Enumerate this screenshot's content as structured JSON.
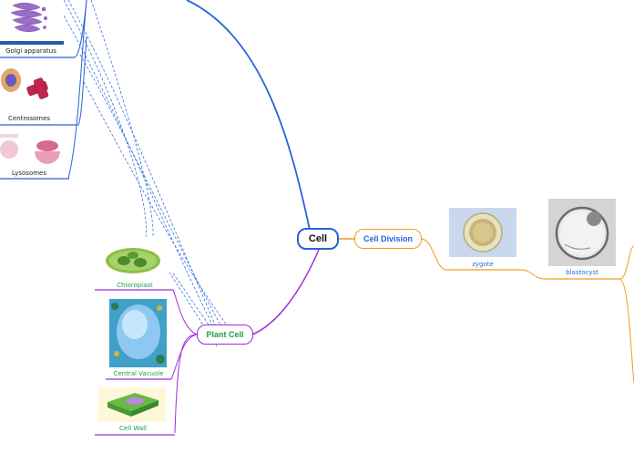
{
  "central": {
    "label": "Cell"
  },
  "branches": {
    "cell_division": {
      "label": "Cell Division",
      "color": "#f29a1e"
    },
    "plant_cell": {
      "label": "Plant Cell",
      "color": "#9b2fd8"
    },
    "animal_cell": {
      "color": "#2a62d8"
    }
  },
  "items": {
    "golgi": "Golgi apparatus",
    "centrosomes": "Centrosomes",
    "lysosomes": "Lysosomes",
    "chloroplast": "Chloroplast",
    "central_vacuole": "Central Vacuole",
    "cell_wall": "Cell Wall",
    "zygote": "zygote",
    "blastocyst": "blastocyst"
  },
  "colors": {
    "central_border": "#2a62d8",
    "plant_text": "#1a9e4a",
    "division_text": "#2a62d8",
    "item_text_blue": "#1f6fd0",
    "item_text_green": "#1a9e4a"
  }
}
